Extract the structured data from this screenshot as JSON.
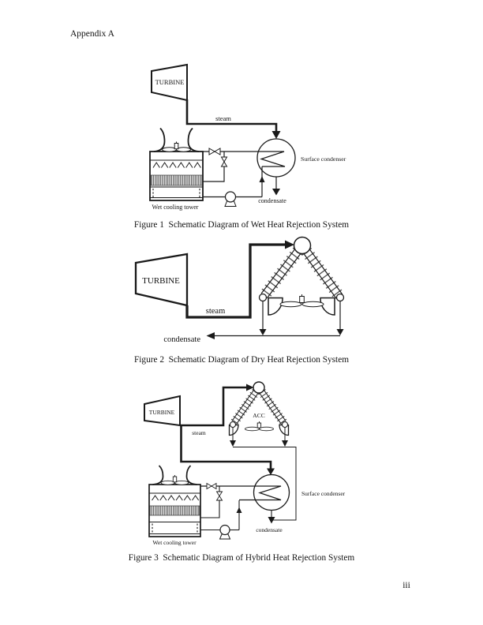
{
  "page": {
    "header": "Appendix A",
    "page_number": "iii",
    "ink_color": "#1a1a1a",
    "background_color": "#ffffff"
  },
  "figures": [
    {
      "id": "figure-1",
      "caption": "Figure 1  Schematic Diagram of Wet Heat Rejection System",
      "labels": {
        "turbine": "TURBINE",
        "steam": "steam",
        "condenser": "Surface condenser",
        "condensate": "condensate",
        "tower": "Wet cooling tower"
      }
    },
    {
      "id": "figure-2",
      "caption": "Figure 2  Schematic Diagram of Dry Heat Rejection System",
      "labels": {
        "turbine": "TURBINE",
        "steam": "steam",
        "condensate": "condensate"
      }
    },
    {
      "id": "figure-3",
      "caption": "Figure 3  Schematic Diagram of Hybrid Heat Rejection System",
      "labels": {
        "turbine": "TURBINE",
        "steam": "steam",
        "acc": "ACC",
        "condenser": "Surface condenser",
        "condensate": "condensate",
        "tower": "Wet cooling tower"
      }
    }
  ]
}
